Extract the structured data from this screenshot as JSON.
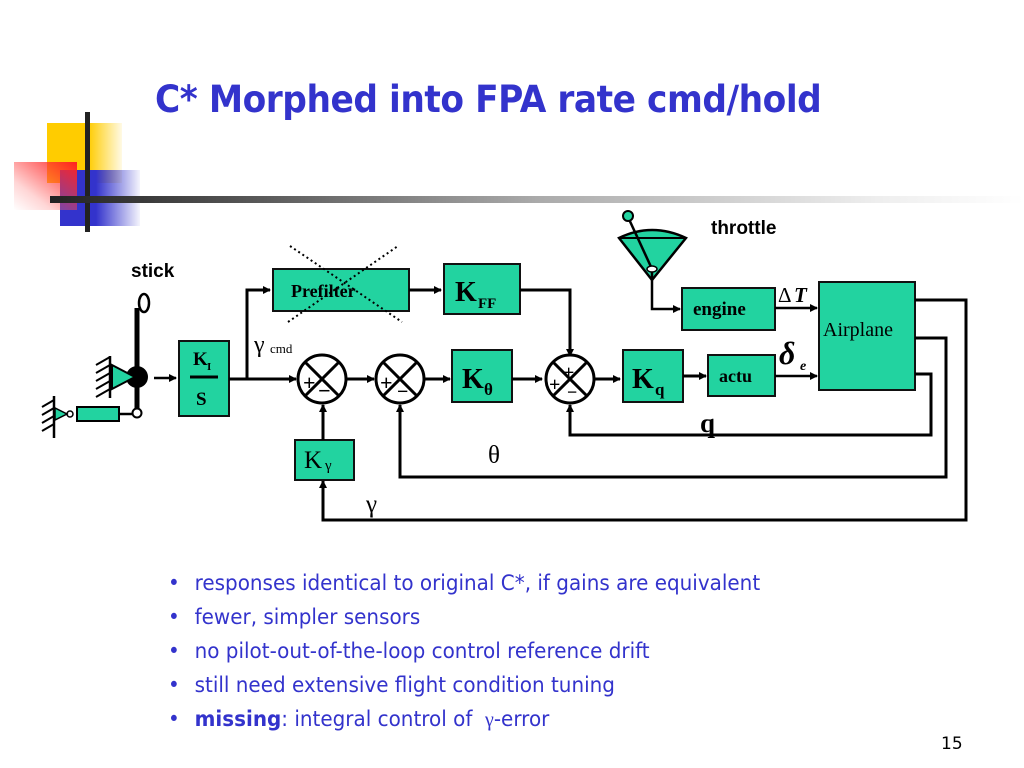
{
  "slide": {
    "title": "C* Morphed into FPA rate cmd/hold",
    "page_number": "15"
  },
  "diagram": {
    "labels": {
      "stick": "stick",
      "throttle": "throttle",
      "gamma_cmd_symbol": "γ",
      "gamma_cmd_subscript": "cmd",
      "q": "q",
      "theta": "θ",
      "gamma": "γ",
      "delta_T_symbol": "Δ",
      "delta_T_var": "T",
      "delta_e_symbol": "δ",
      "delta_e_subscript": "e"
    },
    "blocks": {
      "ki_s_num": "K",
      "ki_s_num_sub": "I",
      "ki_s_den": "S",
      "prefilter": "Prefilter",
      "kff": "K",
      "kff_sub": "FF",
      "ktheta": "K",
      "ktheta_sub": "θ",
      "kq": "K",
      "kq_sub": "q",
      "actu": "actu",
      "engine": "engine",
      "airplane": "Airplane",
      "kgamma": "K",
      "kgamma_sub": "γ"
    },
    "summing_junction_signs": {
      "plus": "+",
      "minus": "−"
    },
    "prefilter_removed": true,
    "block_fill_color": "#22d3a0"
  },
  "bullets": [
    {
      "bold": "",
      "text": "responses identical to original C*, if gains are equivalent",
      "greek": "",
      "suffix": ""
    },
    {
      "bold": "",
      "text": "fewer, simpler sensors",
      "greek": "",
      "suffix": ""
    },
    {
      "bold": "",
      "text": "no pilot-out-of-the-loop control reference drift",
      "greek": "",
      "suffix": ""
    },
    {
      "bold": "",
      "text": "still need extensive flight condition tuning",
      "greek": "",
      "suffix": ""
    },
    {
      "bold": "missing",
      "text": ": integral control of  ",
      "greek": "γ",
      "suffix": "-error"
    }
  ],
  "bullet_glyph": "•",
  "colors": {
    "title": "#3333cc",
    "bullet_text": "#3333cc"
  }
}
